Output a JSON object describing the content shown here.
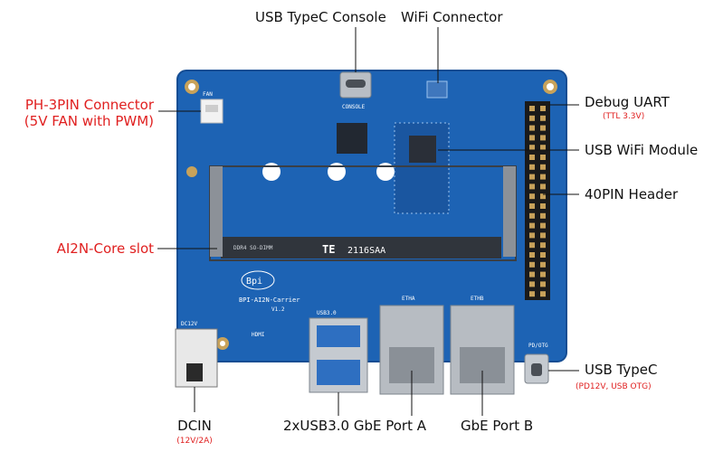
{
  "labels": {
    "usb_typec_console": "USB TypeC Console",
    "wifi_connector": "WiFi Connector",
    "ph3pin_connector": "PH-3PIN Connector",
    "ph3pin_sub": "(5V FAN with PWM)",
    "debug_uart": "Debug UART",
    "debug_uart_sub": "(TTL 3.3V)",
    "usb_wifi_module": "USB WiFi Module",
    "header_40pin": "40PIN Header",
    "ai2n_core_slot": "AI2N-Core slot",
    "usb_typec": "USB TypeC",
    "usb_typec_sub": "(PD12V, USB OTG)",
    "dcin": "DCIN",
    "dcin_sub": "(12V/2A)",
    "usb30_gbe_a": "2xUSB3.0 GbE Port A",
    "gbe_port_b": "GbE Port B"
  },
  "board": {
    "fan_label": "FAN",
    "console_label": "CONSOLE",
    "dc12v_label": "DC12V",
    "hdmi_label": "HDMI",
    "usb30_label": "USB3.0",
    "etha_label": "ETHA",
    "ethb_label": "ETHB",
    "pdotg_label": "PD/OTG",
    "bpi_logo": "Bpi",
    "board_name": "BPI-AI2N-Carrier",
    "board_version": "V1.2",
    "slot_marking": "DDR4 SO-DIMM",
    "slot_brand": "TE",
    "slot_part": "2116SAA"
  },
  "colors": {
    "pcb": "#1d63b4",
    "pcb_dark": "#154d93",
    "accent_red": "#e02020",
    "text": "#111111"
  }
}
